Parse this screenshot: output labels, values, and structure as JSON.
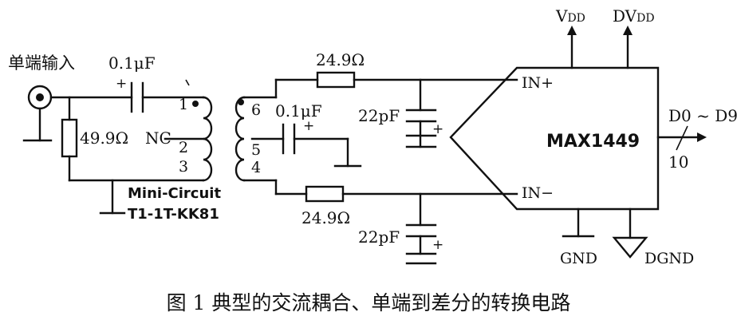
{
  "labels": {
    "input": "单端输入",
    "cap_in": "0.1μF",
    "cap_in_plus": "+",
    "res_term": "49.9Ω",
    "nc": "NC",
    "pin1": "1",
    "pin2": "2",
    "pin3": "3",
    "pin4": "4",
    "pin5": "5",
    "pin6": "6",
    "cap_mid": "0.1μF",
    "cap_mid_plus": "+",
    "transformer_line1": "Mini-Circuit",
    "transformer_line2": "T1-1T-KK81",
    "res_top": "24.9Ω",
    "res_bot": "24.9Ω",
    "cap_top": "22pF",
    "cap_bot": "22pF",
    "cap_top_plus": "+",
    "cap_bot_plus": "+",
    "in_plus": "IN+",
    "in_minus": "IN−",
    "chip": "MAX1449",
    "vdd_main": "V",
    "vdd_sub": "DD",
    "dvdd_main": "DV",
    "dvdd_sub": "DD",
    "out": "D0 ~ D9",
    "bus_width": "10",
    "gnd": "GND",
    "dgnd": "DGND"
  },
  "caption": "图 1  典型的交流耦合、单端到差分的转换电路"
}
